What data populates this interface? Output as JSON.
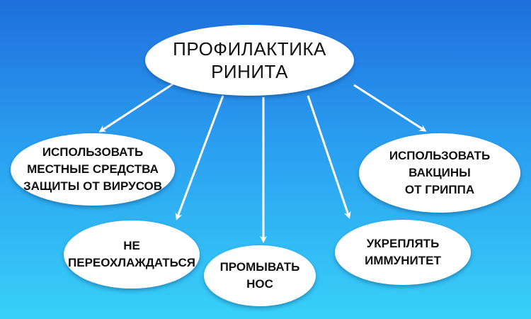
{
  "diagram": {
    "root": {
      "label": "ПРОФИЛАКТИКА\nРИНИТА"
    },
    "children": [
      {
        "label": "ИСПОЛЬЗОВАТЬ\nМЕСТНЫЕ СРЕДСТВА\nЗАЩИТЫ ОТ ВИРУСОВ"
      },
      {
        "label": "НЕ\nПЕРЕОХЛАЖДАТЬСЯ"
      },
      {
        "label": "ПРОМЫВАТЬ\nНОС"
      },
      {
        "label": "УКРЕПЛЯТЬ\nИММУНИТЕТ"
      },
      {
        "label": "ИСПОЛЬЗОВАТЬ\nВАКЦИНЫ\nОТ ГРИППА"
      }
    ],
    "edges": [
      {
        "from": "root",
        "to": 0
      },
      {
        "from": "root",
        "to": 1
      },
      {
        "from": "root",
        "to": 2
      },
      {
        "from": "root",
        "to": 3
      },
      {
        "from": "root",
        "to": 4
      }
    ]
  },
  "colors": {
    "background_top": "#1f6fdc",
    "background_bottom": "#38d0f8",
    "node_fill": "#ffffff",
    "arrow": "#ffffff",
    "text": "#111111"
  }
}
